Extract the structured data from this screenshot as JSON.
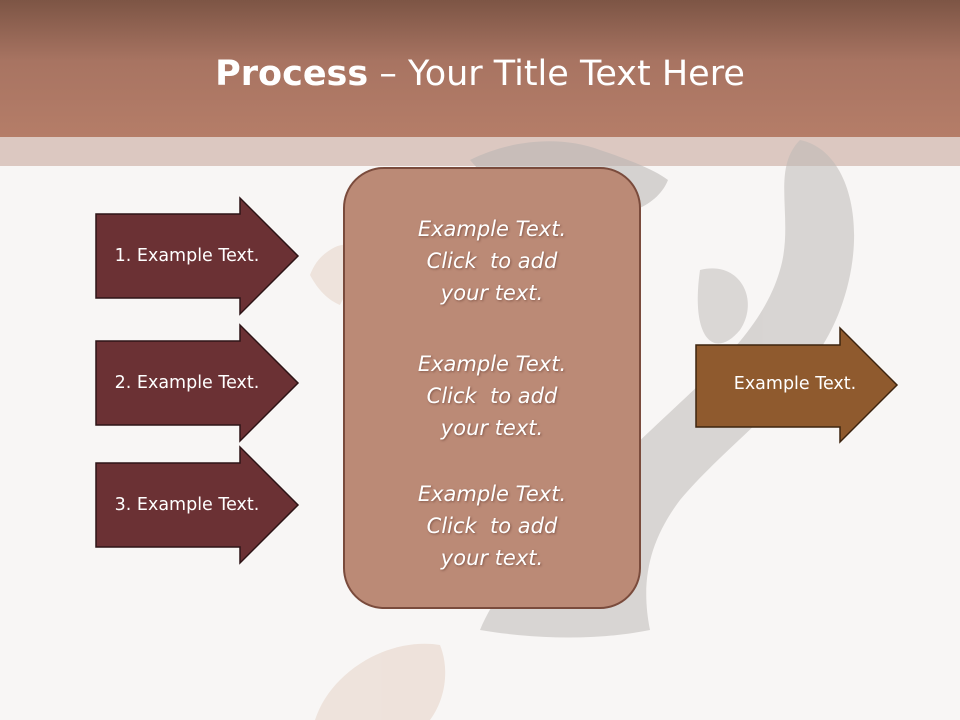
{
  "slide": {
    "title_bold": "Process",
    "title_rest": " – Your Title Text Here"
  },
  "steps": [
    {
      "label": "1. Example Text."
    },
    {
      "label": "2. Example Text."
    },
    {
      "label": "3. Example Text."
    }
  ],
  "center_box": {
    "blocks": [
      {
        "lines": [
          "Example Text.",
          "Click  to add",
          "your text."
        ]
      },
      {
        "lines": [
          "Example Text.",
          "Click  to add",
          "your text."
        ]
      },
      {
        "lines": [
          "Example Text.",
          "Click  to add",
          "your text."
        ]
      }
    ]
  },
  "output": {
    "label": "Example Text."
  },
  "colors": {
    "header": "#a87462",
    "step_arrow": "#6b3134",
    "center_box": "#bb8a76",
    "output_arrow": "#8f5a2e"
  }
}
